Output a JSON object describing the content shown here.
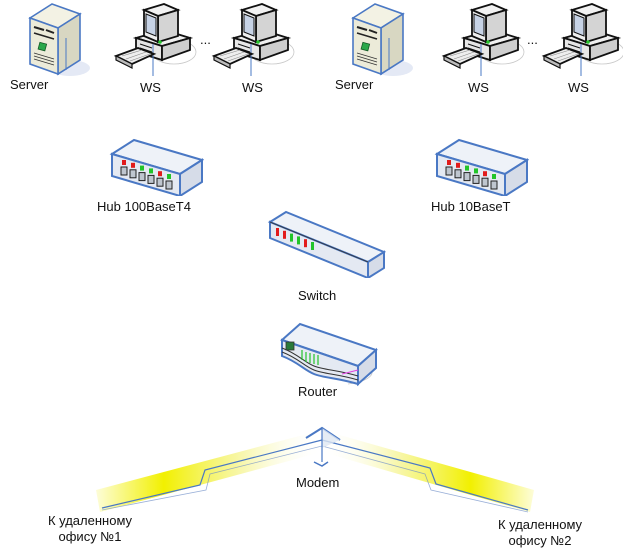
{
  "diagram": {
    "title": "",
    "colors": {
      "outline": "#4a78c4",
      "case": "#ecebd9",
      "case_dark": "#c9c8b3",
      "device_body": "#dfe7f2",
      "led_red": "#e21b1b",
      "led_green": "#22c42a",
      "wireless": "#f2f000"
    },
    "groups": [
      {
        "id": "left-group",
        "nodes": [
          {
            "id": "server-1",
            "type": "server",
            "label": "Server"
          },
          {
            "id": "ws-1a",
            "type": "workstation",
            "label": "WS"
          },
          {
            "id": "ellipsis-1",
            "type": "ellipsis",
            "label": "..."
          },
          {
            "id": "ws-1b",
            "type": "workstation",
            "label": "WS"
          }
        ]
      },
      {
        "id": "right-group",
        "nodes": [
          {
            "id": "server-2",
            "type": "server",
            "label": "Server"
          },
          {
            "id": "ws-2a",
            "type": "workstation",
            "label": "WS"
          },
          {
            "id": "ellipsis-2",
            "type": "ellipsis",
            "label": "..."
          },
          {
            "id": "ws-2b",
            "type": "workstation",
            "label": "WS"
          }
        ]
      }
    ],
    "hubs": [
      {
        "id": "hub-100",
        "type": "hub",
        "label": "Hub 100BaseT4"
      },
      {
        "id": "hub-10",
        "type": "hub",
        "label": "Hub 10BaseT"
      }
    ],
    "switch": {
      "id": "switch",
      "type": "switch",
      "label": "Switch"
    },
    "router": {
      "id": "router",
      "type": "router",
      "label": "Router"
    },
    "modem": {
      "id": "modem",
      "type": "modem",
      "label": "Modem"
    },
    "remote": [
      {
        "id": "remote-1",
        "line1": "К удаленному",
        "line2": "офису №1"
      },
      {
        "id": "remote-2",
        "line1": "К удаленному",
        "line2": "офису №2"
      }
    ]
  }
}
